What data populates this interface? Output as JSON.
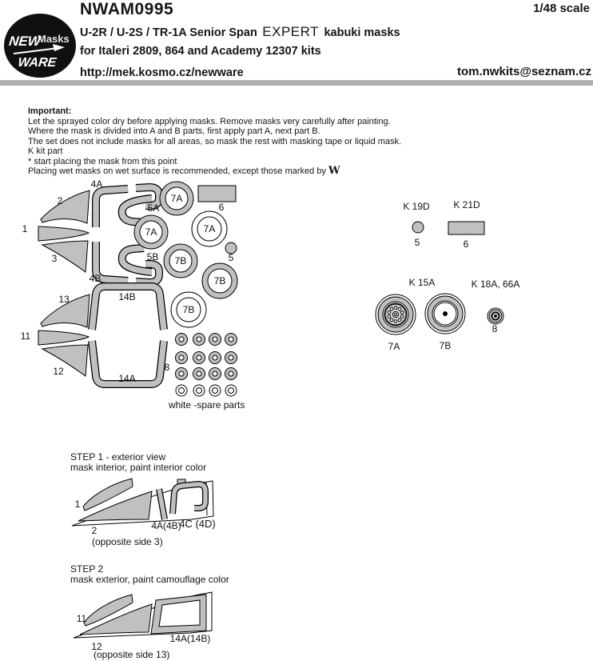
{
  "header": {
    "logo": {
      "word1": "NEW",
      "word2": "Masks",
      "word3": "WARE"
    },
    "product_code": "NWAM0995",
    "scale": "1/48 scale",
    "title_main": "U-2R / U-2S / TR-1A Senior Span",
    "title_expert": "EXPERT",
    "title_suffix": "kabuki masks",
    "kits_line": "for Italeri 2809, 864 and Academy 12307 kits",
    "website": "http://mek.kosmo.cz/newware",
    "email": "tom.nwkits@seznam.cz"
  },
  "notes": {
    "heading": "Important:",
    "lines": [
      "Let the sprayed color dry before applying masks. Remove masks very carefully after painting.",
      "Where the mask is divided into A and B parts, first apply part A, next part B.",
      "The set does not include masks for all areas, so mask the rest with masking tape or liquid mask.",
      "K kit part",
      "* start placing the mask from this point"
    ],
    "wet_note": "Placing wet masks on wet surface is recommended, except those marked by",
    "marker": "W"
  },
  "layout": {
    "labels": {
      "p1": "1",
      "p2": "2",
      "p3": "3",
      "p4a": "4A",
      "p4b": "4B",
      "p5a": "5A",
      "p5b": "5B",
      "p5": "5",
      "p6": "6",
      "p7a": "7A",
      "p7b": "7B",
      "p8": "8",
      "p11": "11",
      "p12": "12",
      "p13": "13",
      "p14a": "14A",
      "p14b": "14B"
    },
    "spare_note": "white  -spare parts"
  },
  "kit_parts": {
    "k19d": "K 19D",
    "k21d": "K 21D",
    "k15a": "K 15A",
    "k18a": "K 18A, 66A"
  },
  "step1": {
    "title": "STEP 1 - exterior view",
    "subtitle": "mask interior, paint interior color",
    "label_1": "1",
    "label_2": "2",
    "label_4a": "4A(4B)",
    "label_4c": "4C (4D)",
    "note": "(opposite side 3)"
  },
  "step2": {
    "title": "STEP 2",
    "subtitle": "mask exterior, paint camouflage color",
    "label_11": "11",
    "label_12": "12",
    "label_14a": "14A(14B)",
    "note": "(opposite side 13)"
  },
  "colors": {
    "mask_fill": "#c0c0c0",
    "outline": "#000000",
    "divider_bar": "#b0b0b0",
    "logo_bg": "#101010"
  }
}
